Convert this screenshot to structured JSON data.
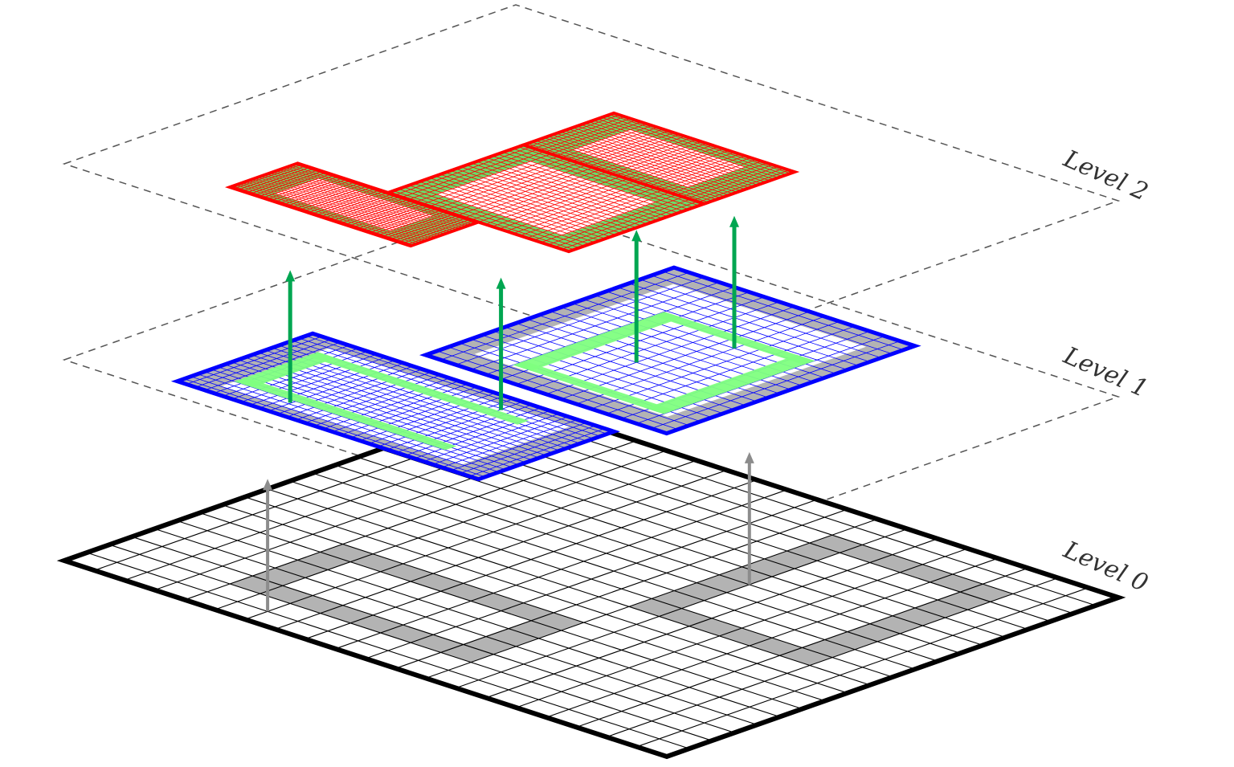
{
  "labels": {
    "level0": "Level 0",
    "level1": "Level 1",
    "level2": "Level 2"
  },
  "colors": {
    "level0_border": "#000000",
    "level0_flag": "#b3b3b3",
    "level1_border": "#0000ff",
    "level1_ghost": "#b3b3b3",
    "level1_flag": "#80ff80",
    "level2_border": "#ff0000",
    "level2_ghost": "#6adc6a",
    "arrow_green": "#00a651",
    "arrow_gray": "#8c8c8c",
    "dashed": "#555555"
  },
  "level0": {
    "cells": 20,
    "flagged_cells": [
      [
        2,
        4
      ],
      [
        2,
        5
      ],
      [
        2,
        6
      ],
      [
        2,
        7
      ],
      [
        2,
        8
      ],
      [
        2,
        9
      ],
      [
        2,
        10
      ],
      [
        2,
        11
      ],
      [
        3,
        4
      ],
      [
        3,
        11
      ],
      [
        4,
        4
      ],
      [
        4,
        11
      ],
      [
        5,
        4
      ],
      [
        5,
        11
      ],
      [
        6,
        4
      ],
      [
        6,
        5
      ],
      [
        6,
        6
      ],
      [
        6,
        7
      ],
      [
        6,
        8
      ],
      [
        6,
        9
      ],
      [
        6,
        10
      ],
      [
        6,
        11
      ],
      [
        9,
        12
      ],
      [
        10,
        12
      ],
      [
        11,
        12
      ],
      [
        12,
        12
      ],
      [
        13,
        12
      ],
      [
        14,
        12
      ],
      [
        15,
        12
      ],
      [
        16,
        12
      ],
      [
        17,
        12
      ],
      [
        9,
        17
      ],
      [
        10,
        17
      ],
      [
        11,
        17
      ],
      [
        12,
        17
      ],
      [
        13,
        17
      ],
      [
        14,
        17
      ],
      [
        15,
        17
      ],
      [
        16,
        17
      ],
      [
        17,
        17
      ],
      [
        9,
        13
      ],
      [
        9,
        14
      ],
      [
        9,
        15
      ],
      [
        9,
        16
      ],
      [
        17,
        13
      ],
      [
        17,
        14
      ],
      [
        17,
        15
      ],
      [
        17,
        16
      ]
    ]
  },
  "level1": {
    "patches": [
      {
        "u": [
          1,
          7
        ],
        "v": [
          3,
          13
        ],
        "res": 20,
        "ghost": 0.1
      },
      {
        "u": [
          8,
          19
        ],
        "v": [
          6,
          14
        ],
        "res": 22,
        "ghost": 0.1
      }
    ],
    "flag_bands": [
      {
        "u": [
          2.2,
          2.7
        ],
        "v": [
          4,
          11
        ]
      },
      {
        "u": [
          5.4,
          5.9
        ],
        "v": [
          4,
          11
        ]
      },
      {
        "u": [
          2.2,
          5.9
        ],
        "v": [
          4,
          4.6
        ]
      },
      {
        "u": [
          9.2,
          9.7
        ],
        "v": [
          8,
          13
        ]
      },
      {
        "u": [
          15.4,
          15.9
        ],
        "v": [
          8,
          13
        ]
      },
      {
        "u": [
          9.2,
          15.9
        ],
        "v": [
          8,
          8.6
        ]
      },
      {
        "u": [
          9.2,
          15.9
        ],
        "v": [
          12.4,
          13
        ]
      }
    ]
  },
  "level2": {
    "patches": [
      {
        "u": [
          2,
          5
        ],
        "v": [
          4,
          10
        ],
        "res": 22,
        "ghost": 0.18
      },
      {
        "u": [
          5,
          11
        ],
        "v": [
          7,
          13
        ],
        "res": 26,
        "ghost": 0.15
      },
      {
        "u": [
          11,
          15
        ],
        "v": [
          7,
          13
        ],
        "res": 22,
        "ghost": 0.18
      }
    ]
  },
  "arrows": {
    "green": [
      [
        2,
        6
      ],
      [
        6,
        10
      ],
      [
        12,
        10
      ],
      [
        15,
        11
      ]
    ],
    "gray": [
      [
        1,
        6
      ],
      [
        13,
        13
      ]
    ]
  }
}
